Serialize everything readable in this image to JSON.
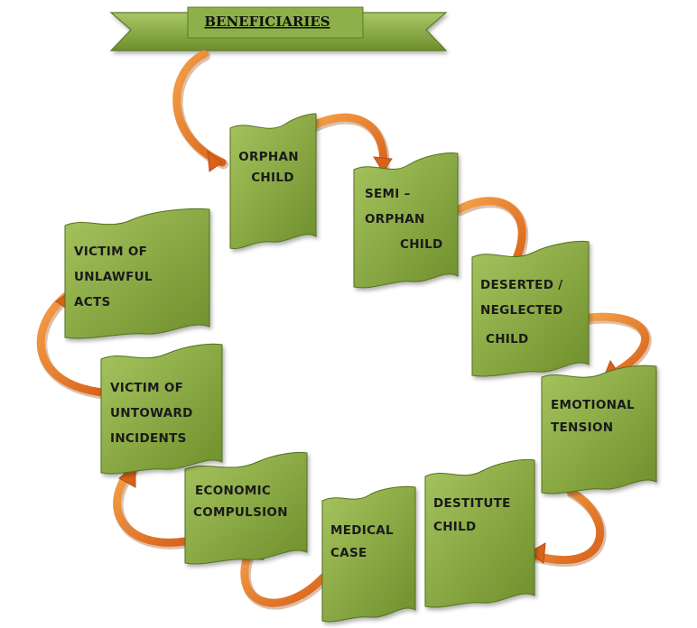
{
  "banner": {
    "title": "BENEFICIARIES"
  },
  "nodes": [
    {
      "id": "orphan",
      "lines": [
        "ORPHAN",
        "CHILD"
      ]
    },
    {
      "id": "semi-orphan",
      "lines": [
        "SEMI –",
        "ORPHAN",
        "CHILD"
      ]
    },
    {
      "id": "deserted",
      "lines": [
        "DESERTED /",
        "NEGLECTED",
        "CHILD"
      ]
    },
    {
      "id": "emotional",
      "lines": [
        "EMOTIONAL",
        "TENSION"
      ]
    },
    {
      "id": "destitute",
      "lines": [
        "DESTITUTE",
        "CHILD"
      ]
    },
    {
      "id": "medical",
      "lines": [
        "MEDICAL",
        "CASE"
      ]
    },
    {
      "id": "economic",
      "lines": [
        "ECONOMIC",
        "COMPULSION"
      ]
    },
    {
      "id": "untoward",
      "lines": [
        "VICTIM OF",
        "UNTOWARD",
        "INCIDENTS"
      ]
    },
    {
      "id": "unlawful",
      "lines": [
        "VICTIM OF",
        "UNLAWFUL",
        "ACTS"
      ]
    }
  ],
  "colors": {
    "box_light": "#a6c45e",
    "box_dark": "#6f8f2c",
    "box_stroke": "#55701f",
    "arrow_light": "#f4a049",
    "arrow_dark": "#d8621a",
    "banner_fill": "#8fb14a"
  }
}
